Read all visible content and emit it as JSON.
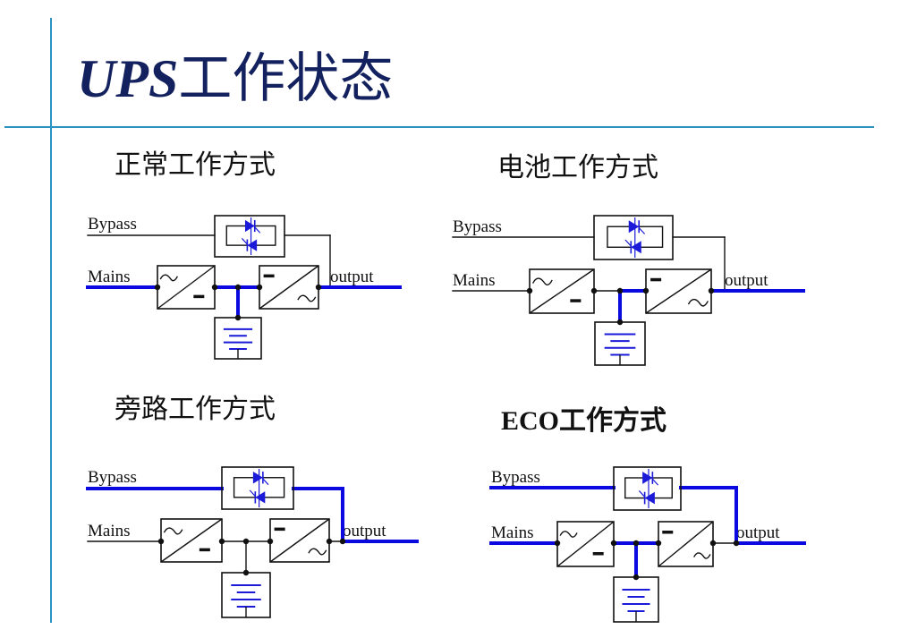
{
  "page": {
    "title_latin": "UPS",
    "title_cjk": "工作状态",
    "accent_color": "#2a93c1",
    "title_color": "#13215f"
  },
  "colors": {
    "active_line": "#0a0ae0",
    "inactive_line": "#111111",
    "component_blue": "#1a1ad8"
  },
  "labels": {
    "bypass": "Bypass",
    "mains": "Mains",
    "output": "output",
    "ac_symbol": "~",
    "dc_symbol": "-"
  },
  "diagrams": [
    {
      "id": "normal",
      "title": "正常工作方式",
      "title_bold_prefix": "",
      "active_paths": [
        "mains",
        "rectifier-to-inverter",
        "battery-link",
        "output"
      ],
      "description": "Mains powers rectifier and inverter; battery float-charged; bypass idle"
    },
    {
      "id": "battery",
      "title": "电池工作方式",
      "title_bold_prefix": "",
      "active_paths": [
        "battery-link",
        "dc-to-inverter",
        "output"
      ],
      "description": "Mains absent; battery feeds inverter to output"
    },
    {
      "id": "bypass",
      "title": "旁路工作方式",
      "title_bold_prefix": "",
      "active_paths": [
        "bypass",
        "bypass-to-output",
        "output"
      ],
      "description": "Static switch feeds output directly from bypass"
    },
    {
      "id": "eco",
      "title": "工作方式",
      "title_bold_prefix": "ECO",
      "active_paths": [
        "bypass",
        "bypass-to-output",
        "output",
        "mains",
        "rectifier-to-inverter",
        "battery-link"
      ],
      "description": "Bypass feeds load; rectifier keeps battery charged; inverter on standby"
    }
  ]
}
